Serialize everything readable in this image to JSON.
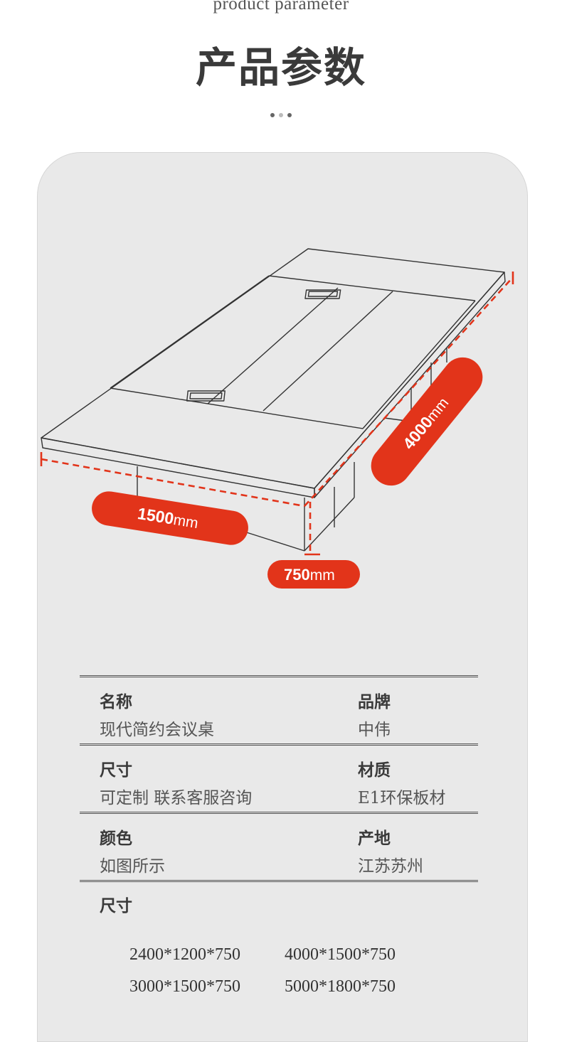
{
  "header": {
    "subtitle": "product parameter",
    "title": "产品参数",
    "dot_colors": [
      "#666666",
      "#bbbbbb",
      "#666666"
    ]
  },
  "figure": {
    "dim_width": {
      "value": "1500",
      "unit": "mm"
    },
    "dim_length": {
      "value": "4000",
      "unit": "mm"
    },
    "dim_height": {
      "value": "750",
      "unit": "mm"
    },
    "accent_color": "#e2341a"
  },
  "params": {
    "rows": [
      {
        "left_label": "名称",
        "left_value": "现代简约会议桌",
        "right_label": "品牌",
        "right_value": "中伟"
      },
      {
        "left_label": "尺寸",
        "left_value": "可定制 联系客服咨询",
        "right_label": "材质",
        "right_value": "E1环保板材"
      },
      {
        "left_label": "颜色",
        "left_value": "如图所示",
        "right_label": "产地",
        "right_value": "江苏苏州"
      }
    ],
    "size_label": "尺寸",
    "sizes": [
      "2400*1200*750",
      "4000*1500*750",
      "3000*1500*750",
      "5000*1800*750"
    ]
  }
}
